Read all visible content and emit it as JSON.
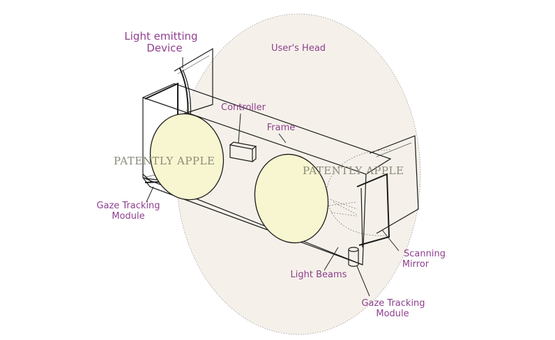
{
  "diagram": {
    "labels": {
      "light_emitting_1": "Light emitting",
      "light_emitting_2": "Device",
      "users_head": "User's Head",
      "controller": "Controller",
      "frame": "Frame",
      "gaze_left_1": "Gaze Tracking",
      "gaze_left_2": "Module",
      "scanning_1": "Scanning",
      "scanning_2": "Mirror",
      "light_beams": "Light Beams",
      "gaze_right_1": "Gaze Tracking",
      "gaze_right_2": "Module"
    },
    "watermarks": {
      "left": "PATENTLY APPLE",
      "right": "PATENTLY APPLE"
    },
    "colors": {
      "head_fill": "#f5f1ea",
      "lens_fill": "#f8f6d0",
      "label": "#8e3f8e",
      "line": "#1a1a1a"
    }
  }
}
